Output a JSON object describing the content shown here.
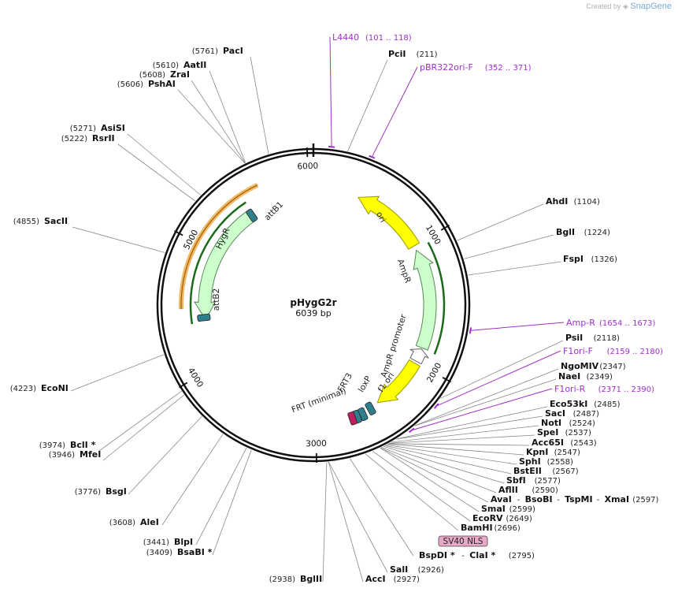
{
  "branding": {
    "prefix": "Created by",
    "name": "SnapGene"
  },
  "plasmid": {
    "name": "pHygG2r",
    "length_label": "6039 bp"
  },
  "ticks": [
    "1000",
    "2000",
    "3000",
    "4000",
    "5000",
    "6000"
  ],
  "features": [
    {
      "label": "ori",
      "color": "#ffff00"
    },
    {
      "label": "AmpR",
      "color": "#ccffcc"
    },
    {
      "label": "AmpR promoter",
      "color": "#ffffff"
    },
    {
      "label": "f1 ori",
      "color": "#ffff00"
    },
    {
      "label": "loxP",
      "color": "#2f7f8f"
    },
    {
      "label": "FRT3",
      "color": "#2f7f8f"
    },
    {
      "label": "FRT (minimal)",
      "color": "#c02060"
    },
    {
      "label": "HygR",
      "color": "#ccffcc"
    },
    {
      "label": "attB1",
      "color": "#2f7f8f"
    },
    {
      "label": "attB2",
      "color": "#2f7f8f"
    },
    {
      "label": "SV40 NLS",
      "color": "#e8a8c8"
    }
  ],
  "primers": [
    {
      "name": "L4440",
      "range": "(101 .. 118)"
    },
    {
      "name": "pBR322ori-F",
      "range": "(352 .. 371)"
    },
    {
      "name": "Amp-R",
      "range": "(1654 .. 1673)"
    },
    {
      "name": "F1ori-F",
      "range": "(2159 .. 2180)"
    },
    {
      "name": "F1ori-R",
      "range": "(2371 .. 2390)"
    }
  ],
  "sites": [
    {
      "name": "PacI",
      "pos": "(5761)"
    },
    {
      "name": "AatII",
      "pos": "(5610)"
    },
    {
      "name": "ZraI",
      "pos": "(5608)"
    },
    {
      "name": "PshAI",
      "pos": "(5606)"
    },
    {
      "name": "AsiSI",
      "pos": "(5271)"
    },
    {
      "name": "RsrII",
      "pos": "(5222)"
    },
    {
      "name": "SacII",
      "pos": "(4855)"
    },
    {
      "name": "EcoNI",
      "pos": "(4223)"
    },
    {
      "name": "BclI *",
      "pos": "(3974)"
    },
    {
      "name": "MfeI",
      "pos": "(3946)"
    },
    {
      "name": "BsgI",
      "pos": "(3776)"
    },
    {
      "name": "AleI",
      "pos": "(3608)"
    },
    {
      "name": "BlpI",
      "pos": "(3441)"
    },
    {
      "name": "BsaBI *",
      "pos": "(3409)"
    },
    {
      "name": "BglII",
      "pos": "(2938)"
    },
    {
      "name": "PciI",
      "pos": "(211)"
    },
    {
      "name": "AhdI",
      "pos": "(1104)"
    },
    {
      "name": "BglI",
      "pos": "(1224)"
    },
    {
      "name": "FspI",
      "pos": "(1326)"
    },
    {
      "name": "PsiI",
      "pos": "(2118)"
    },
    {
      "name": "NgoMIV",
      "pos": "(2347)"
    },
    {
      "name": "NaeI",
      "pos": "(2349)"
    },
    {
      "name": "Eco53kI",
      "pos": "(2485)"
    },
    {
      "name": "SacI",
      "pos": "(2487)"
    },
    {
      "name": "NotI",
      "pos": "(2524)"
    },
    {
      "name": "SpeI",
      "pos": "(2537)"
    },
    {
      "name": "Acc65I",
      "pos": "(2543)"
    },
    {
      "name": "KpnI",
      "pos": "(2547)"
    },
    {
      "name": "SphI",
      "pos": "(2558)"
    },
    {
      "name": "BstEII",
      "pos": "(2567)"
    },
    {
      "name": "SbfI",
      "pos": "(2577)"
    },
    {
      "name": "AflII",
      "pos": "(2590)"
    },
    {
      "name": "AvaI",
      "pos": ""
    },
    {
      "name": "BsoBI",
      "pos": ""
    },
    {
      "name": "TspMI",
      "pos": ""
    },
    {
      "name": "XmaI",
      "pos": "(2597)"
    },
    {
      "name": "SmaI",
      "pos": "(2599)"
    },
    {
      "name": "EcoRV",
      "pos": "(2649)"
    },
    {
      "name": "BamHI",
      "pos": "(2696)"
    },
    {
      "name": "BspDI *",
      "pos": ""
    },
    {
      "name": "ClaI *",
      "pos": "(2795)"
    },
    {
      "name": "SalI",
      "pos": "(2926)"
    },
    {
      "name": "AccI",
      "pos": "(2927)"
    }
  ]
}
